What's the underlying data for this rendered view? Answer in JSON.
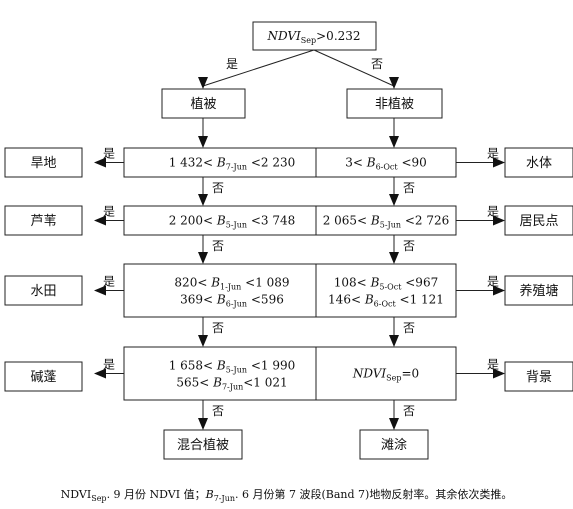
{
  "root": {
    "var": "NDVI",
    "sub": "Sep",
    "rest": ">0.232"
  },
  "branch_labels": {
    "yes": "是",
    "no": "否"
  },
  "left_branch": {
    "title": "植被",
    "conditions": [
      {
        "lines": [
          [
            {
              "t": "1 432< "
            },
            {
              "t": "B",
              "i": true
            },
            {
              "t": "7-Jun",
              "s": true
            },
            {
              "t": " <2 230"
            }
          ]
        ],
        "yes_class": "旱地"
      },
      {
        "lines": [
          [
            {
              "t": "2 200< "
            },
            {
              "t": "B",
              "i": true
            },
            {
              "t": "5-Jun",
              "s": true
            },
            {
              "t": " <3 748"
            }
          ]
        ],
        "yes_class": "芦苇"
      },
      {
        "lines": [
          [
            {
              "t": "820< "
            },
            {
              "t": "B",
              "i": true
            },
            {
              "t": "1-Jun",
              "s": true
            },
            {
              "t": " <1 089"
            }
          ],
          [
            {
              "t": "369< "
            },
            {
              "t": "B",
              "i": true
            },
            {
              "t": "6-Jun",
              "s": true
            },
            {
              "t": " <596"
            }
          ]
        ],
        "yes_class": "水田"
      },
      {
        "lines": [
          [
            {
              "t": "1 658< "
            },
            {
              "t": "B",
              "i": true
            },
            {
              "t": "5-Jun",
              "s": true
            },
            {
              "t": " <1 990"
            }
          ],
          [
            {
              "t": "565< "
            },
            {
              "t": "B",
              "i": true
            },
            {
              "t": "7-Jun",
              "s": true
            },
            {
              "t": "<1 021"
            }
          ]
        ],
        "yes_class": "碱蓬"
      }
    ],
    "final_no": "混合植被"
  },
  "right_branch": {
    "title": "非植被",
    "conditions": [
      {
        "lines": [
          [
            {
              "t": "3< "
            },
            {
              "t": "B",
              "i": true
            },
            {
              "t": "6-Oct",
              "s": true
            },
            {
              "t": " <90"
            }
          ]
        ],
        "yes_class": "水体"
      },
      {
        "lines": [
          [
            {
              "t": "2 065< "
            },
            {
              "t": "B",
              "i": true
            },
            {
              "t": "5-Jun",
              "s": true
            },
            {
              "t": " <2 726"
            }
          ]
        ],
        "yes_class": "居民点"
      },
      {
        "lines": [
          [
            {
              "t": "108< "
            },
            {
              "t": "B",
              "i": true
            },
            {
              "t": "5-Oct",
              "s": true
            },
            {
              "t": " <967"
            }
          ],
          [
            {
              "t": "146< "
            },
            {
              "t": "B",
              "i": true
            },
            {
              "t": "6-Oct",
              "s": true
            },
            {
              "t": " <1 121"
            }
          ]
        ],
        "yes_class": "养殖塘"
      },
      {
        "lines": [
          [
            {
              "t": "NDVI",
              "i": true
            },
            {
              "t": "Sep",
              "s": true
            },
            {
              "t": "=0"
            }
          ]
        ],
        "yes_class": "背景"
      }
    ],
    "final_no": "滩涂"
  },
  "caption": {
    "parts": [
      {
        "t": "NDVI"
      },
      {
        "t": "Sep",
        "s": true
      },
      {
        "t": ". 9 月份 NDVI 值；"
      },
      {
        "t": "B",
        "i": true
      },
      {
        "t": "7-Jun",
        "s": true
      },
      {
        "t": ". 6 月份第 7 波段(Band 7)地物反射率。其余依次类推。"
      }
    ]
  }
}
